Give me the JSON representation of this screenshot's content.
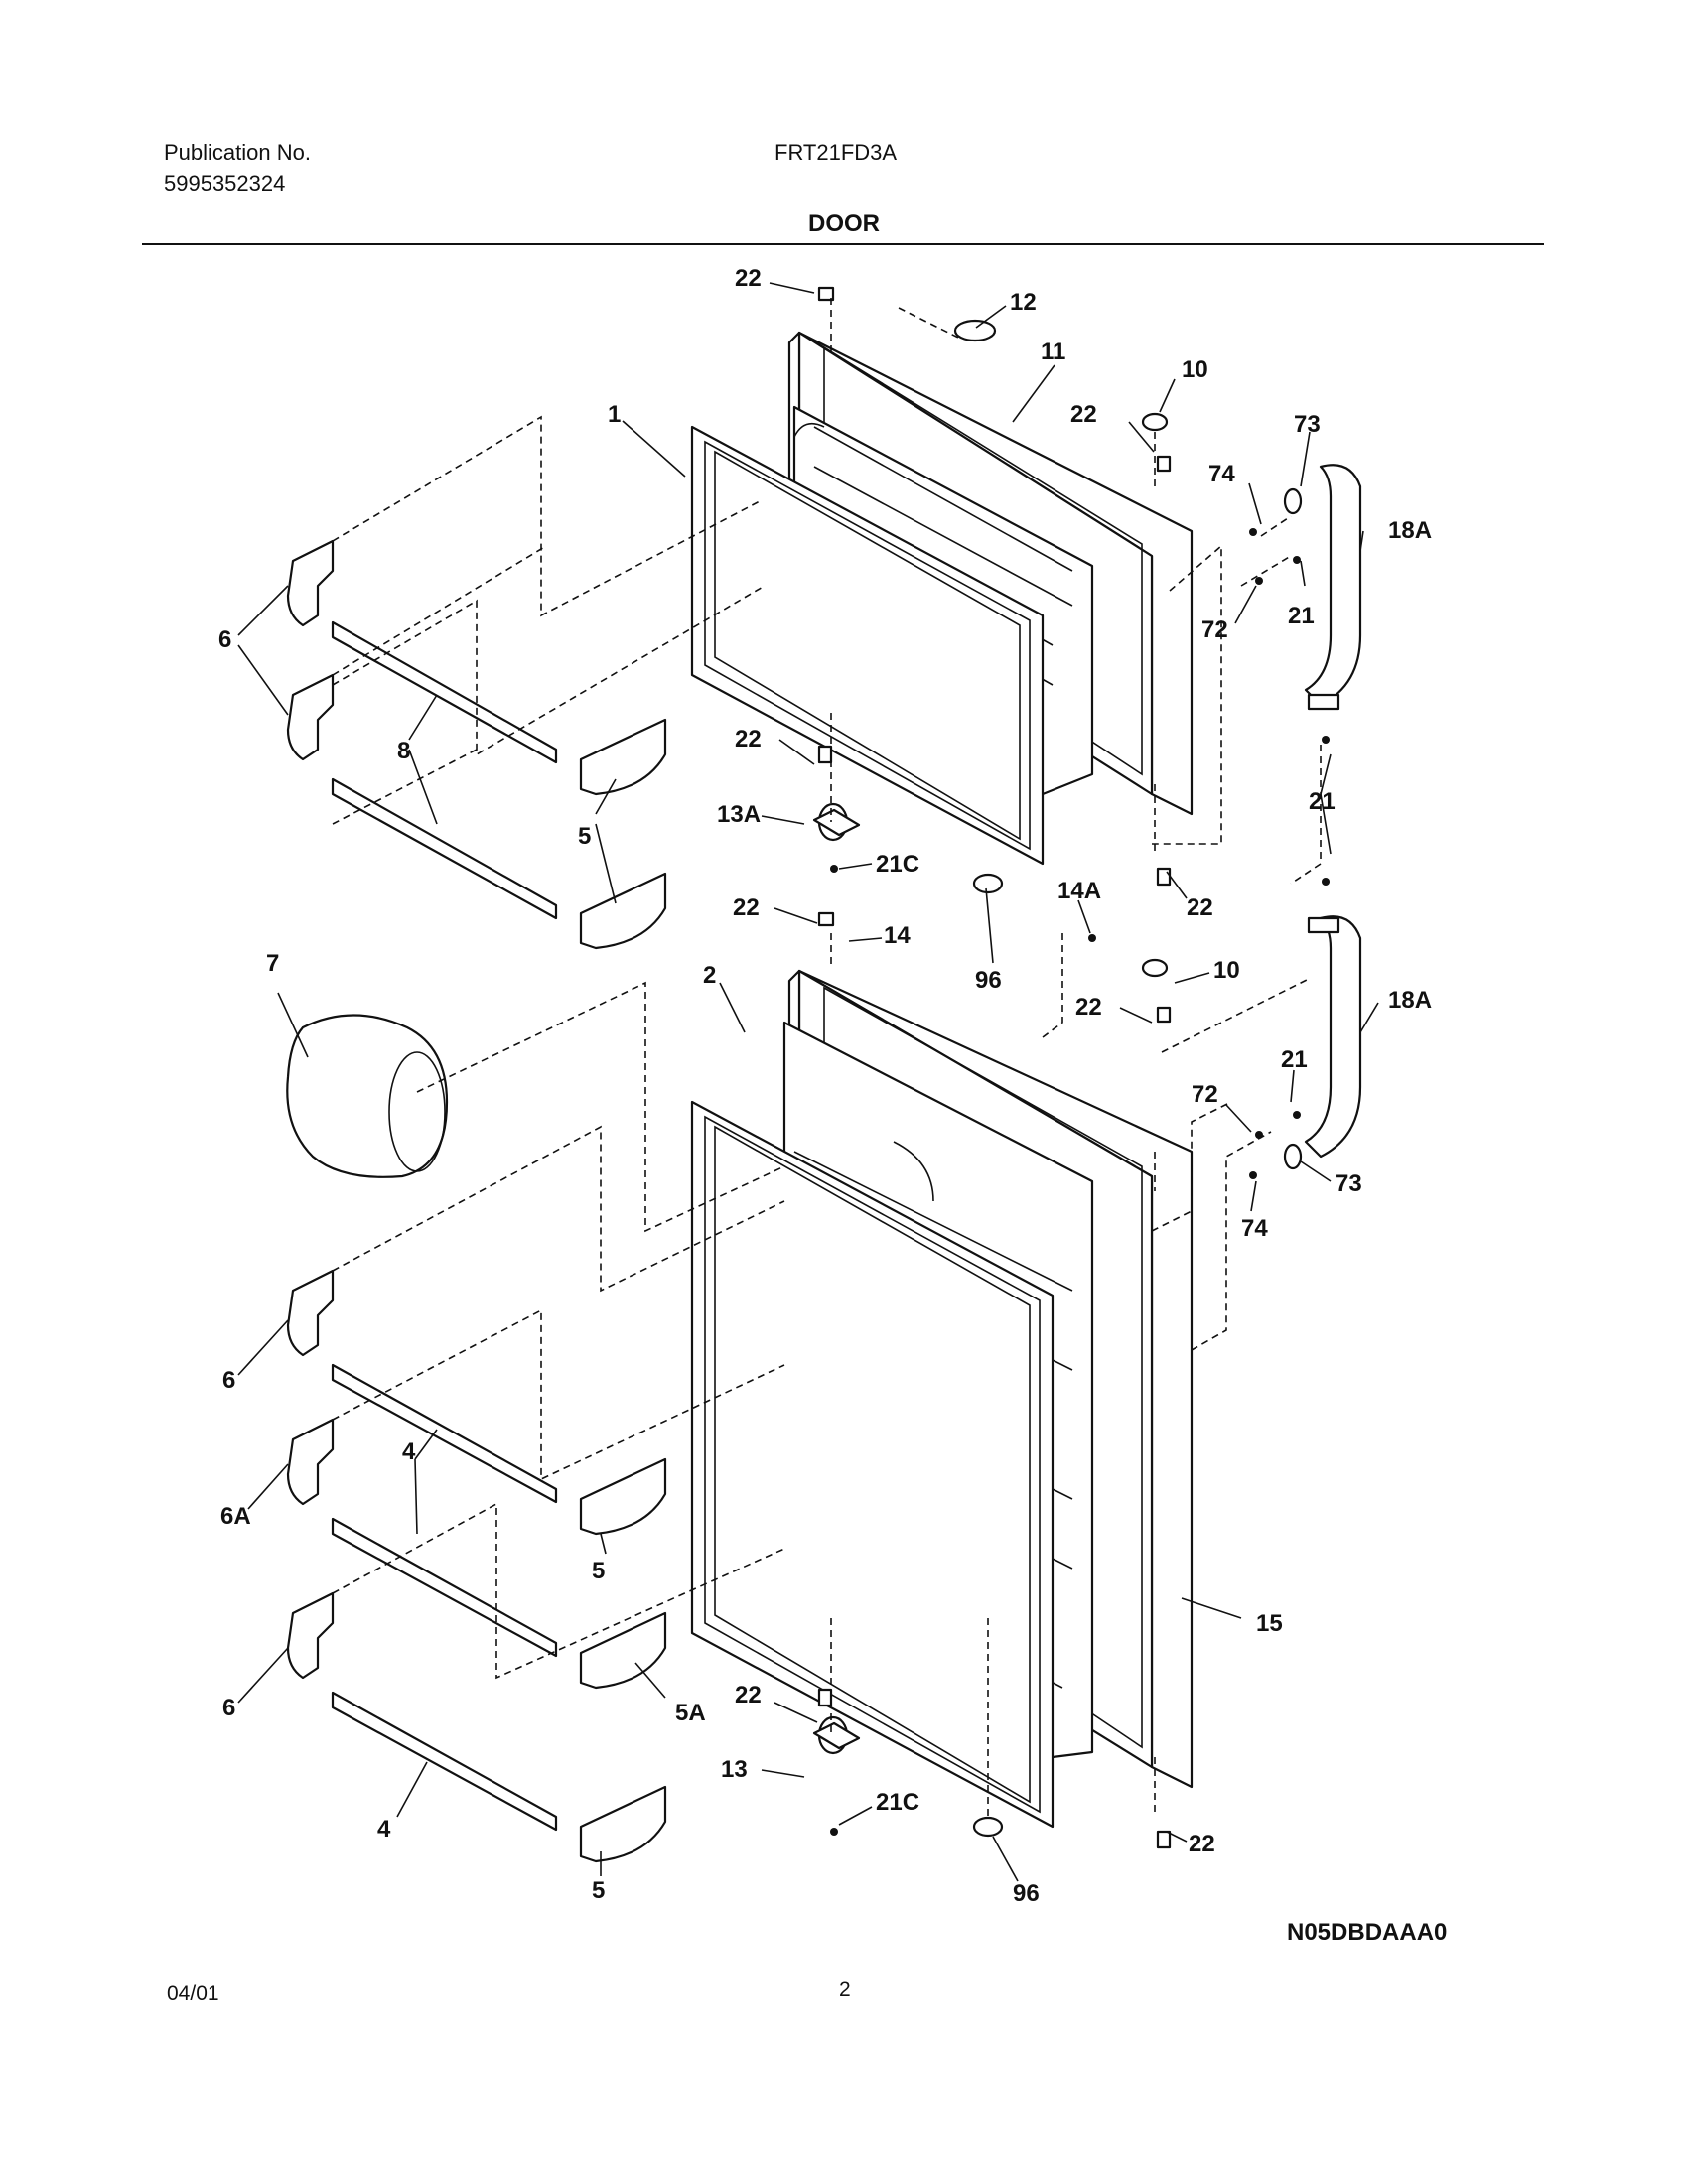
{
  "header": {
    "publication_label": "Publication No.",
    "publication_number": "5995352324",
    "model": "FRT21FD3A",
    "section_title": "DOOR"
  },
  "footer": {
    "date": "04/01",
    "page": "2",
    "diagram_code": "N05DBDAAA0"
  },
  "callouts": {
    "c22a": "22",
    "c12": "12",
    "c11": "11",
    "c10a": "10",
    "c1": "1",
    "c22b": "22",
    "c73a": "73",
    "c74a": "74",
    "c18Aa": "18A",
    "c6a": "6",
    "c21a": "21",
    "c72a": "72",
    "c8": "8",
    "c22c": "22",
    "c21b": "21",
    "c13A": "13A",
    "c5a": "5",
    "c21Ca": "21C",
    "c22d": "22",
    "c14": "14",
    "c14A": "14A",
    "c22e": "22",
    "c96a": "96",
    "c7": "7",
    "c2": "2",
    "c10b": "10",
    "c18Ab": "18A",
    "c22f": "22",
    "c21c": "21",
    "c72b": "72",
    "c73b": "73",
    "c74b": "74",
    "c6b": "6",
    "c6A": "6A",
    "c4a": "4",
    "c5b": "5",
    "c15": "15",
    "c6c": "6",
    "c5A": "5A",
    "c22g": "22",
    "c13": "13",
    "c21Cb": "21C",
    "c4b": "4",
    "c22h": "22",
    "c5c": "5",
    "c96b": "96"
  }
}
